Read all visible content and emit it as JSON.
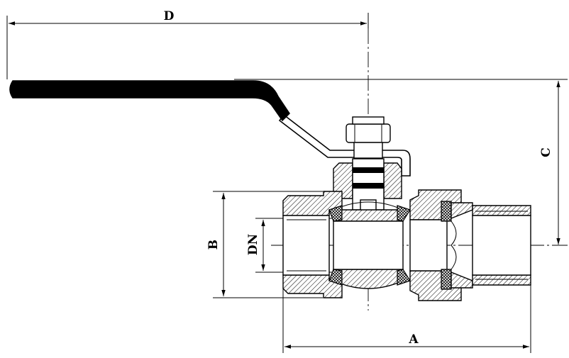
{
  "dimensions": {
    "d": "D",
    "c": "C",
    "b": "B",
    "dn": "DN",
    "a": "A"
  },
  "colors": {
    "line": "#000000",
    "background": "#ffffff",
    "handle": "#000000"
  }
}
